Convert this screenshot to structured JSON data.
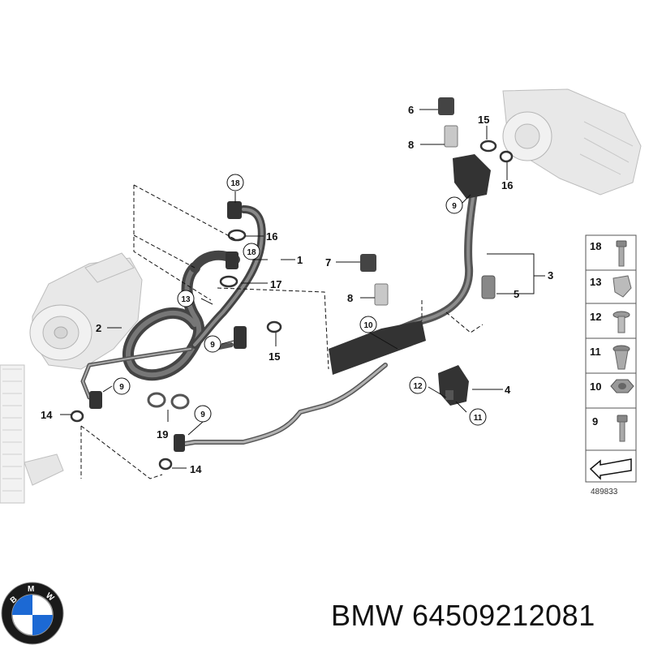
{
  "diagram": {
    "callouts_plain": {
      "c1": "1",
      "c2": "2",
      "c3": "3",
      "c4": "4",
      "c5": "5",
      "c6": "6",
      "c7": "7",
      "c8a": "8",
      "c8b": "8",
      "c14a": "14",
      "c14b": "14",
      "c15a": "15",
      "c15b": "15",
      "c16a": "16",
      "c16b": "16",
      "c17": "17",
      "c19": "19"
    },
    "callouts_circled": {
      "c9a": "9",
      "c9b": "9",
      "c9c": "9",
      "c9d": "9",
      "c10": "10",
      "c11": "11",
      "c12": "12",
      "c13": "13",
      "c18a": "18",
      "c18b": "18"
    },
    "legend": {
      "items": [
        "18",
        "13",
        "12",
        "11",
        "10",
        "9"
      ],
      "ref_number": "489833"
    }
  },
  "brand": {
    "text": "BMW 64509212081",
    "logo_letters": "BMW",
    "colors": {
      "blue": "#1c69d4",
      "ring": "#1a1a1a"
    }
  }
}
